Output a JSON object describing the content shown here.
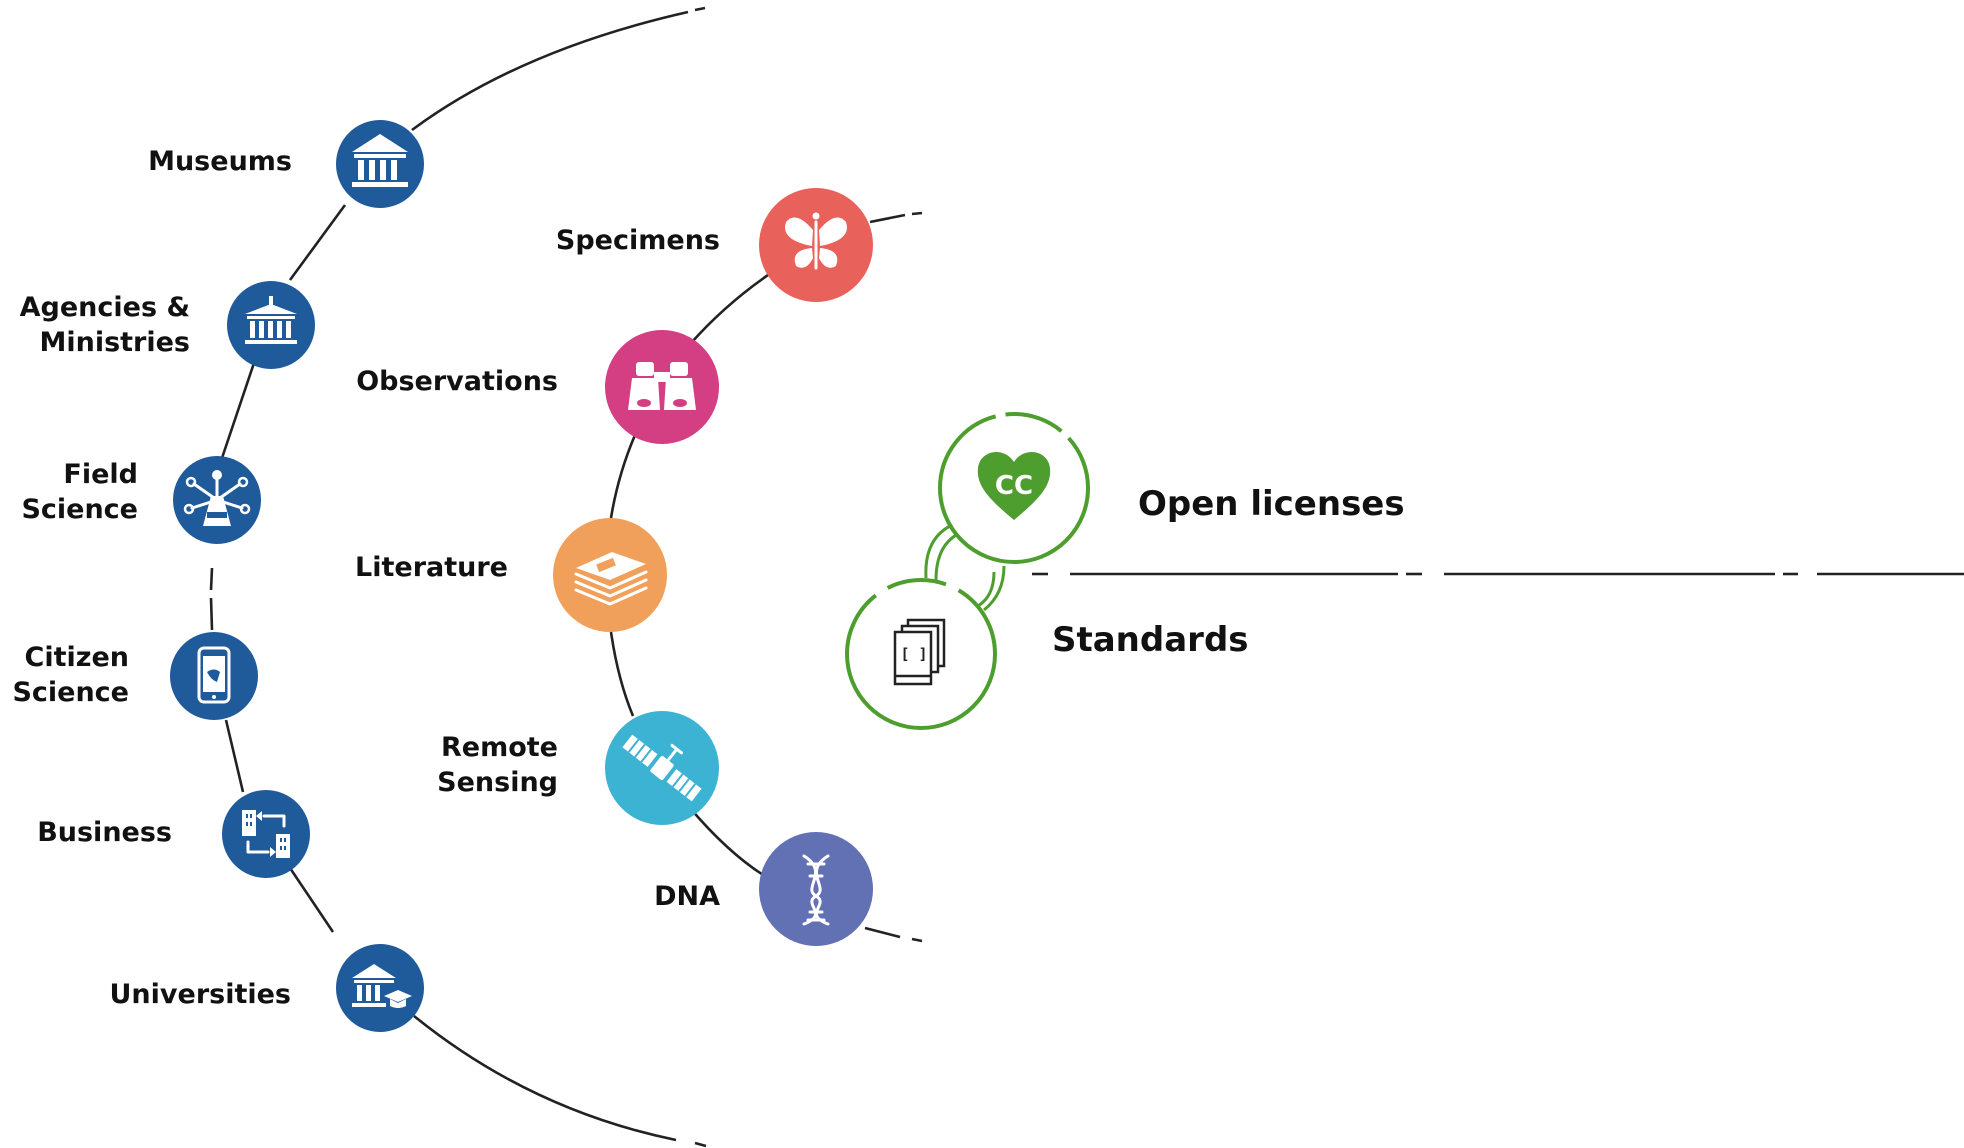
{
  "sources": [
    {
      "key": "museums",
      "label_lines": [
        "Museums"
      ],
      "icon": "museum-columns-icon"
    },
    {
      "key": "agencies",
      "label_lines": [
        "Agencies &",
        "Ministries"
      ],
      "icon": "government-building-icon"
    },
    {
      "key": "field-science",
      "label_lines": [
        "Field",
        "Science"
      ],
      "icon": "field-science-network-icon"
    },
    {
      "key": "citizen-science",
      "label_lines": [
        "Citizen",
        "Science"
      ],
      "icon": "smartphone-bird-icon"
    },
    {
      "key": "business",
      "label_lines": [
        "Business"
      ],
      "icon": "business-exchange-icon"
    },
    {
      "key": "universities",
      "label_lines": [
        "Universities"
      ],
      "icon": "university-graduation-icon"
    }
  ],
  "data_types": [
    {
      "key": "specimens",
      "label_lines": [
        "Specimens"
      ],
      "icon": "butterfly-icon",
      "color": "#E8615A"
    },
    {
      "key": "observations",
      "label_lines": [
        "Observations"
      ],
      "icon": "binoculars-icon",
      "color": "#D43F84"
    },
    {
      "key": "literature",
      "label_lines": [
        "Literature"
      ],
      "icon": "books-stack-icon",
      "color": "#F0A05A"
    },
    {
      "key": "remote-sensing",
      "label_lines": [
        "Remote",
        "Sensing"
      ],
      "icon": "satellite-icon",
      "color": "#3DB3D4"
    },
    {
      "key": "dna",
      "label_lines": [
        "DNA"
      ],
      "icon": "dna-helix-icon",
      "color": "#6270B4"
    }
  ],
  "outputs": [
    {
      "key": "open-licenses",
      "label": "Open licenses",
      "icon": "cc-heart-icon"
    },
    {
      "key": "standards",
      "label": "Standards",
      "icon": "document-brackets-icon",
      "icon_text": "[ ]"
    }
  ],
  "icon_texts": {
    "cc": "CC"
  },
  "colors": {
    "source_blue": "#1F5A9A",
    "output_green": "#4E9E2F",
    "line": "#222222"
  }
}
